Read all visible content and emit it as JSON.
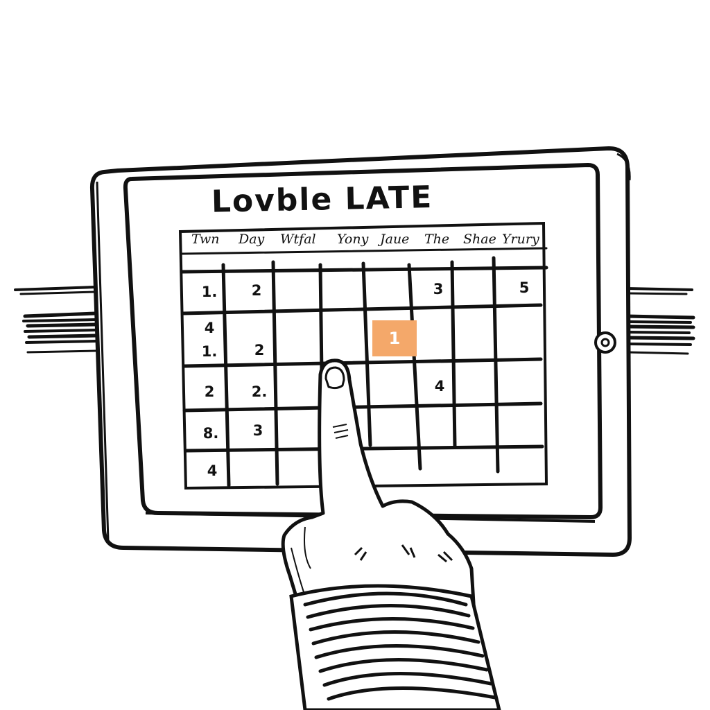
{
  "app": {
    "title": "Lovble LATE"
  },
  "calendar": {
    "headers": [
      "Twn",
      "Day",
      "Wtfal",
      "Yony",
      "Jaue",
      "The",
      "Shae",
      "Yrury"
    ],
    "numbers": {
      "r1_c1": "1.",
      "r1_c2": "2",
      "r1_c6": "3",
      "r1_c8": "5",
      "r2_c1_top": "4",
      "r2_c1_bottom": "1.",
      "r2_c2": "2",
      "r3_c1": "2",
      "r3_c2": "2.",
      "r3_c6": "4",
      "r4_c1": "8.",
      "r4_c2": "3",
      "r5_c1": "4"
    },
    "selected": {
      "label": "1",
      "color": "#f4a86a"
    }
  },
  "colors": {
    "ink": "#111111",
    "highlight": "#f4a86a",
    "background": "#ffffff"
  },
  "icons": {
    "home_button": "home-button-icon",
    "hand": "pointing-hand-icon"
  }
}
